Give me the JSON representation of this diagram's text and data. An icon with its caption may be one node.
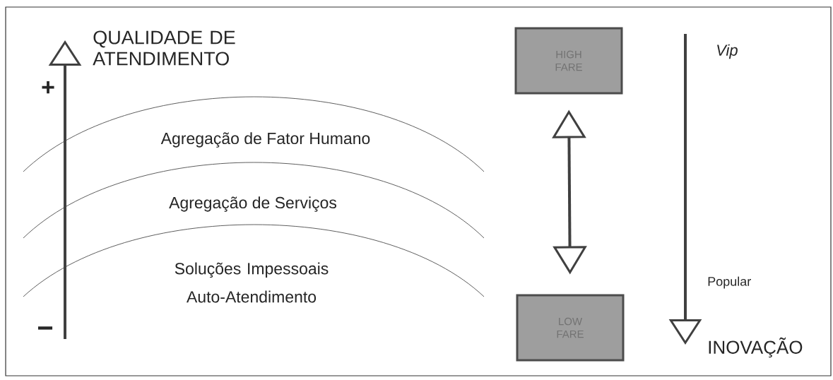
{
  "diagram": {
    "nodes": [
      {
        "text": [
          "HIGH FARE"
        ]
      },
      {
        "text": [
          "LOW FARE"
        ]
      }
    ],
    "edges": [
      {
        "from": 0,
        "to": 1,
        "arrow": "both"
      }
    ],
    "labels": [
      "QUALIDADE DE ATENDIMENTO",
      "+",
      "−",
      "Agregação de Fator Humano",
      "Agregação de Serviços",
      "Soluções Impessoais Auto-Atendimento",
      "Vip",
      "Popular",
      "INOVAÇÃO"
    ]
  }
}
